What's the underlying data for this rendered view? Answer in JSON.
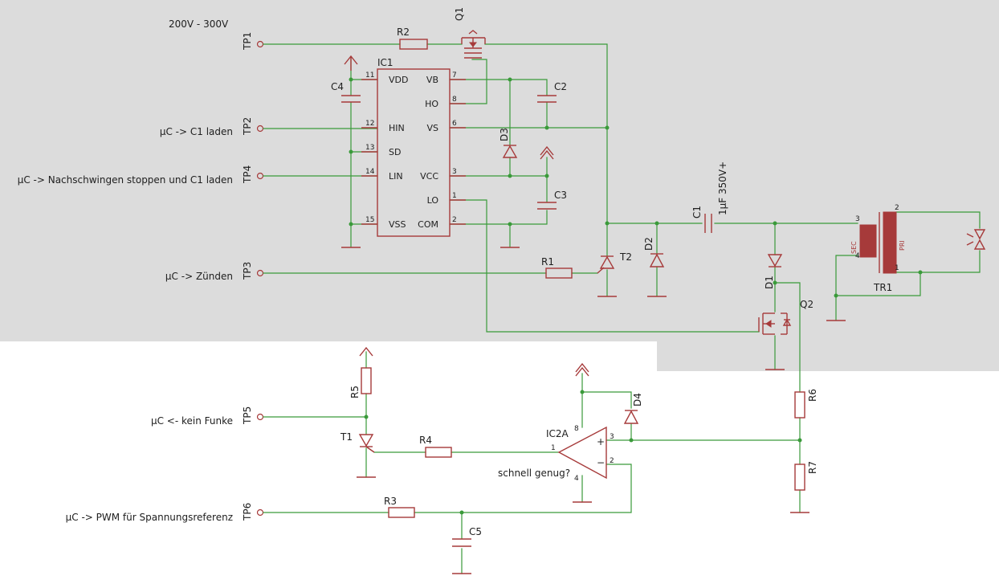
{
  "colors": {
    "background_top": "#dcdcdc",
    "background_bottom": "#ffffff",
    "wire": "#3a9a3a",
    "component": "#a63a3a",
    "text": "#202020"
  },
  "testpoints": [
    {
      "name": "TP1",
      "description": "200V - 300V"
    },
    {
      "name": "TP2",
      "description": "µC -> C1 laden"
    },
    {
      "name": "TP4",
      "description": "µC -> Nachschwingen stoppen und C1 laden"
    },
    {
      "name": "TP3",
      "description": "µC -> Zünden"
    },
    {
      "name": "TP5",
      "description": "µC <- kein Funke"
    },
    {
      "name": "TP6",
      "description": "µC -> PWM für Spannungsreferenz"
    }
  ],
  "ic1": {
    "name": "IC1",
    "left_pins": [
      {
        "num": "11",
        "name": "VDD"
      },
      {
        "num": "12",
        "name": "HIN"
      },
      {
        "num": "13",
        "name": "SD"
      },
      {
        "num": "14",
        "name": "LIN"
      },
      {
        "num": "15",
        "name": "VSS"
      }
    ],
    "right_pins": [
      {
        "num": "7",
        "name": "VB"
      },
      {
        "num": "8",
        "name": "HO"
      },
      {
        "num": "6",
        "name": "VS"
      },
      {
        "num": "3",
        "name": "VCC"
      },
      {
        "num": "1",
        "name": "LO"
      },
      {
        "num": "2",
        "name": "COM"
      }
    ]
  },
  "components": {
    "r1": "R1",
    "r2": "R2",
    "r3": "R3",
    "r4": "R4",
    "r5": "R5",
    "r6": "R6",
    "r7": "R7",
    "c1": "C1",
    "c1_value": "1µF 350V+",
    "c2": "C2",
    "c3": "C3",
    "c4": "C4",
    "c5": "C5",
    "d1": "D1",
    "d2": "D2",
    "d3": "D3",
    "d4": "D4",
    "q1": "Q1",
    "q2": "Q2",
    "t1": "T1",
    "t2": "T2",
    "tr1": "TR1",
    "tr1_sec": "SEC",
    "tr1_pri": "PRI",
    "tr1_pins": {
      "p3": "3",
      "p4": "4",
      "p2": "2",
      "p1": "1"
    },
    "ic2a": "IC2A",
    "ic2a_pins": {
      "out": "1",
      "inv": "2",
      "noninv": "3",
      "vplus": "8",
      "vminus": "4"
    },
    "ic2a_plus": "+",
    "ic2a_minus": "−",
    "note": "schnell genug?"
  }
}
